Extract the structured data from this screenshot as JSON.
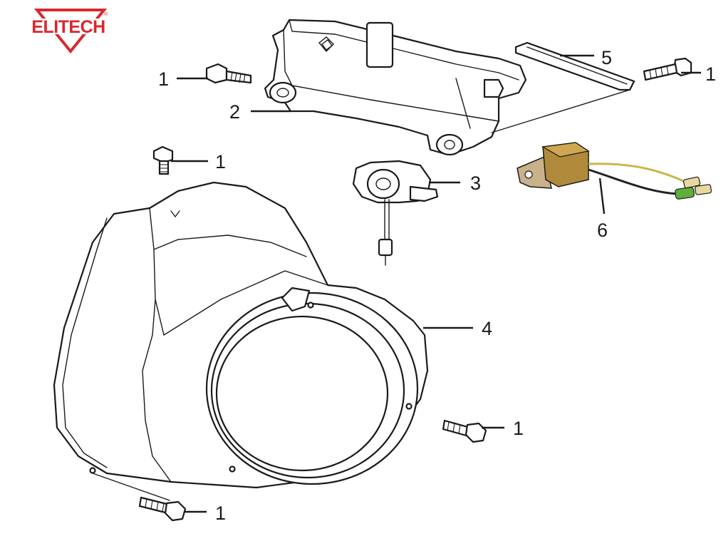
{
  "brand": {
    "name": "ELITECH",
    "registered_mark": "®",
    "color": "#d7282f"
  },
  "callouts": {
    "c1a": "1",
    "c1b": "1",
    "c1c": "1",
    "c1d": "1",
    "c1e": "1",
    "c2": "2",
    "c3": "3",
    "c4": "4",
    "c5": "5",
    "c6": "6"
  },
  "colors": {
    "line": "#1a1a1a",
    "wire_yellow": "#c9b84a",
    "wire_black": "#222222",
    "connector_green": "#5fae3b",
    "module_brass": "#b08a3a"
  }
}
